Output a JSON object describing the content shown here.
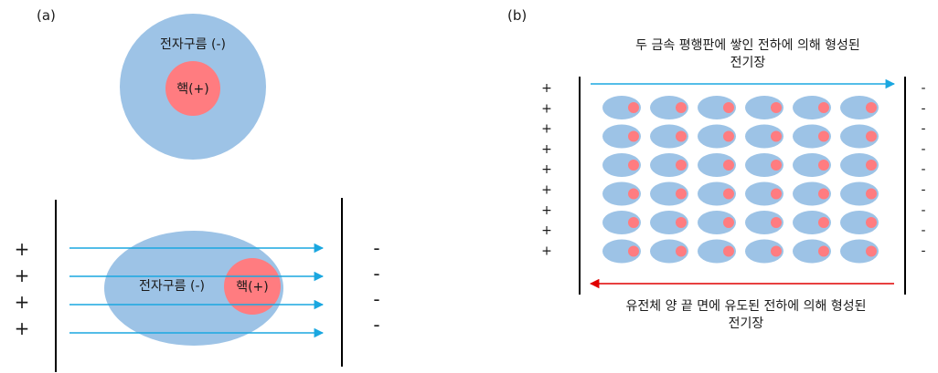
{
  "panel_a": {
    "label": "(a)",
    "electron_cloud": "전자구름 (-)",
    "nucleus": "핵(+)",
    "plus_signs": [
      "+",
      "+",
      "+",
      "+"
    ],
    "minus_signs": [
      "-",
      "-",
      "-",
      "-"
    ]
  },
  "panel_b": {
    "label": "(b)",
    "field_top_line1": "두 금속 평행판에 쌓인 전하에 의해 형성된",
    "field_top_line2": "전기장",
    "field_bottom_line1": "유전체 양 끝 면에 유도된 전하에 의해 형성된",
    "field_bottom_line2": "전기장",
    "plus_signs": [
      "+",
      "+",
      "+",
      "+",
      "+",
      "+",
      "+",
      "+",
      "+"
    ],
    "minus_signs": [
      "-",
      "-",
      "-",
      "-",
      "-",
      "-",
      "-",
      "-",
      "-"
    ],
    "grid": {
      "rows": 6,
      "cols": 6
    }
  },
  "colors": {
    "cloud": "#9dc3e6",
    "nucleus": "#ff7c80",
    "field_arrow": "#1aa7e0",
    "induced_arrow": "#e00000",
    "plate": "#000000"
  }
}
